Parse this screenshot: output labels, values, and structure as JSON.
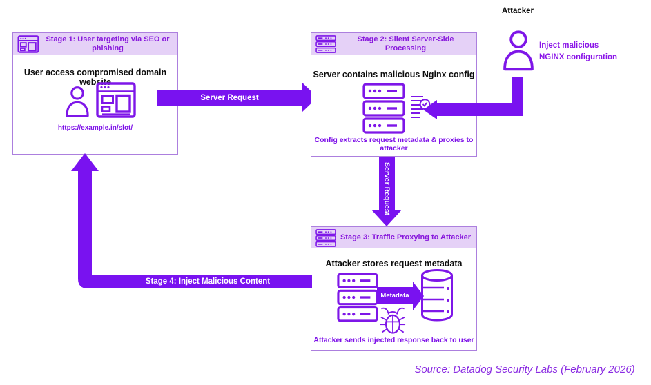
{
  "colors": {
    "arrow": "#7912f0",
    "icon": "#7e16e8",
    "header_bg": "#e5d1f7",
    "header_text": "#8818dc",
    "caption_text": "#7d10e8",
    "box_border": "#ac7fde",
    "source_text": "#8a2be2"
  },
  "stage1": {
    "header": "Stage 1: User targeting via SEO or phishing",
    "title": "User access compromised domain website",
    "url": "https://example.in/slot/"
  },
  "stage2": {
    "header": "Stage 2: Silent Server-Side Processing",
    "title": "Server contains malicious Nginx config",
    "caption": "Config extracts request metadata & proxies to attacker"
  },
  "stage3": {
    "header": "Stage 3: Traffic Proxying to Attacker",
    "title": "Attacker stores request metadata",
    "metadata_label": "Metadata",
    "caption": "Attacker sends injected response back to user"
  },
  "attacker": {
    "label": "Attacker",
    "action": "Inject malicious\nNGINX configuration"
  },
  "arrows": {
    "server_request_h": "Server Request",
    "server_request_v": "Server Request",
    "stage4": "Stage 4: Inject Malicious Content"
  },
  "source": "Source: Datadog Security Labs (February 2026)",
  "icons": [
    "browser-icon",
    "server-stack-icon",
    "person-icon",
    "document-check-icon",
    "database-icon",
    "bug-icon"
  ]
}
